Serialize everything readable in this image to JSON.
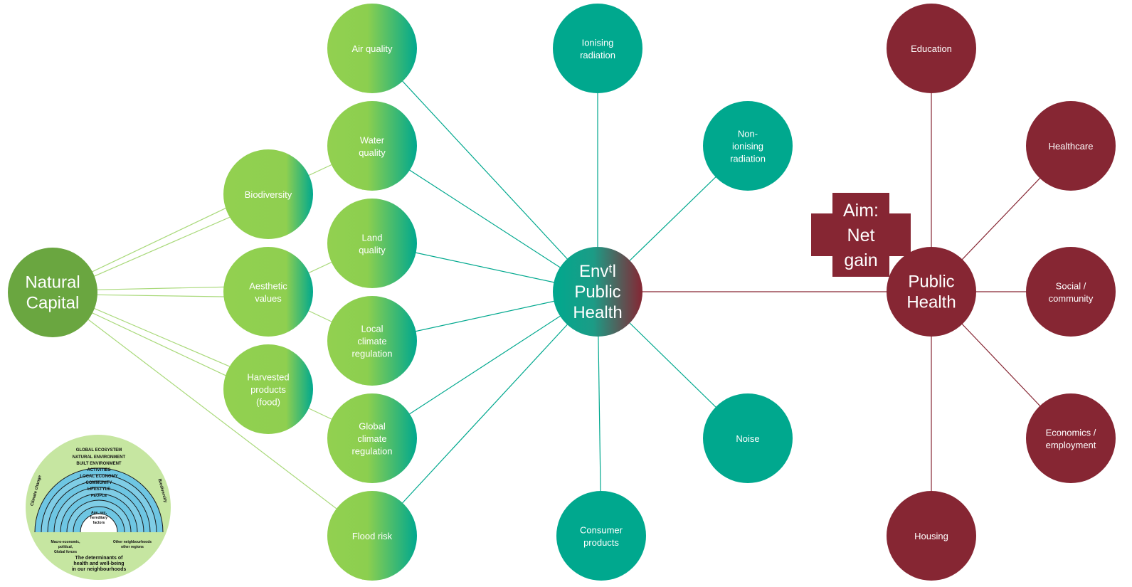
{
  "colors": {
    "green_dark": "#6aa640",
    "green_light": "#92d050",
    "teal": "#00a88e",
    "maroon": "#862633",
    "line_green": "#a9d97a",
    "line_teal": "#00a88e",
    "line_maroon": "#862633",
    "inset_bg": "#c6e6a1",
    "inset_ring": "#6ec6e3"
  },
  "nodes": {
    "natural_capital": [
      "Natural",
      "Capital"
    ],
    "biodiversity": [
      "Biodiversity"
    ],
    "aesthetic_values": [
      "Aesthetic",
      "values"
    ],
    "harvested_products": [
      "Harvested",
      "products",
      "(food)"
    ],
    "air_quality": [
      "Air quality"
    ],
    "water_quality": [
      "Water",
      "quality"
    ],
    "land_quality": [
      "Land",
      "quality"
    ],
    "local_climate": [
      "Local",
      "climate",
      "regulation"
    ],
    "global_climate": [
      "Global",
      "climate",
      "regulation"
    ],
    "flood_risk": [
      "Flood risk"
    ],
    "envl_public_health": [
      "Envᵗl",
      "Public",
      "Health"
    ],
    "ionising_radiation": [
      "Ionising",
      "radiation"
    ],
    "non_ionising_radiation": [
      "Non-",
      "ionising",
      "radiation"
    ],
    "noise": [
      "Noise"
    ],
    "consumer_products": [
      "Consumer",
      "products"
    ],
    "public_health": [
      "Public",
      "Health"
    ],
    "education": [
      "Education"
    ],
    "healthcare": [
      "Healthcare"
    ],
    "social_community": [
      "Social /",
      "community"
    ],
    "economics_employment": [
      "Economics /",
      "employment"
    ],
    "housing": [
      "Housing"
    ]
  },
  "aim_box": [
    "Aim:",
    "Net",
    "gain"
  ],
  "inset": {
    "rings": [
      "GLOBAL ECOSYSTEM",
      "NATURAL ENVIRONMENT",
      "BUILT ENVIRONMENT",
      "ACTIVITIES",
      "LOCAL ECONOMY",
      "COMMUNITY",
      "LIFESTYLE",
      "PEOPLE"
    ],
    "left_label": "Climate change",
    "right_label": "Biodiversity",
    "center_label": [
      "Age, sex,",
      "hereditary",
      "factors"
    ],
    "bottom_left": [
      "Macro-economic,",
      "political,",
      "Global forces"
    ],
    "bottom_right": [
      "Other neighbourhoods",
      "other regions"
    ],
    "caption": [
      "The determinants of",
      "health and well-being",
      "in our neighbourhoods"
    ]
  }
}
